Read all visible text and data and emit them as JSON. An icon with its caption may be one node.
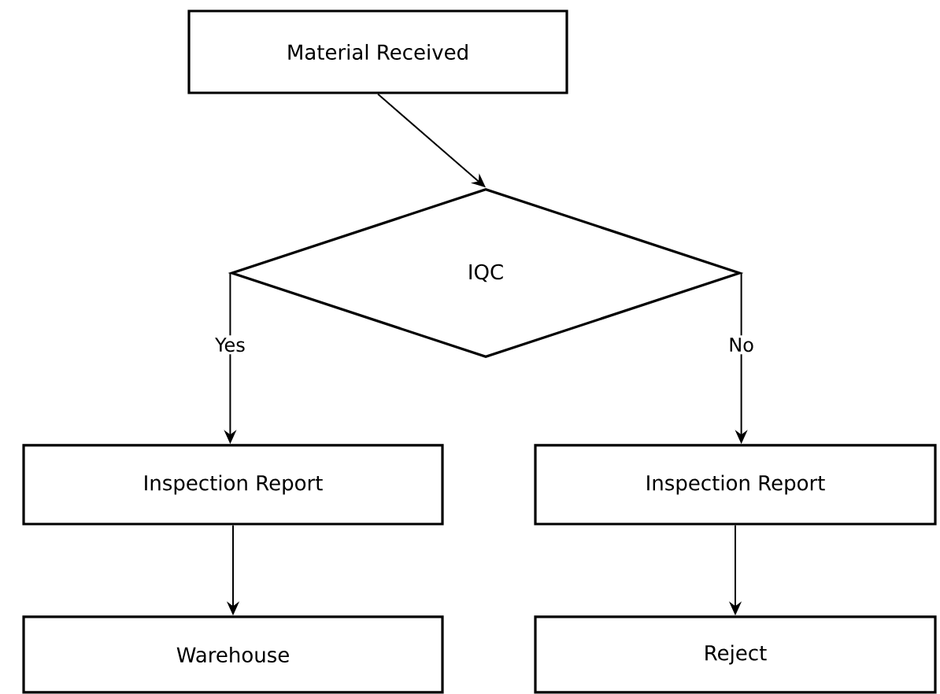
{
  "diagram": {
    "nodes": [
      {
        "text": [
          "Material Received"
        ]
      },
      {
        "text": [
          "IQC"
        ]
      },
      {
        "text": [
          "Inspection Report"
        ]
      },
      {
        "text": [
          "Inspection Report"
        ]
      },
      {
        "text": [
          "Warehouse"
        ]
      },
      {
        "text": [
          "Reject"
        ]
      }
    ],
    "edges": [
      {
        "from": 0,
        "to": 1,
        "arrow": "to"
      },
      {
        "from": 1,
        "to": 2,
        "arrow": "to",
        "label": "Yes"
      },
      {
        "from": 1,
        "to": 3,
        "arrow": "to",
        "label": "No"
      },
      {
        "from": 2,
        "to": 4,
        "arrow": "to"
      },
      {
        "from": 3,
        "to": 5,
        "arrow": "to"
      }
    ]
  }
}
